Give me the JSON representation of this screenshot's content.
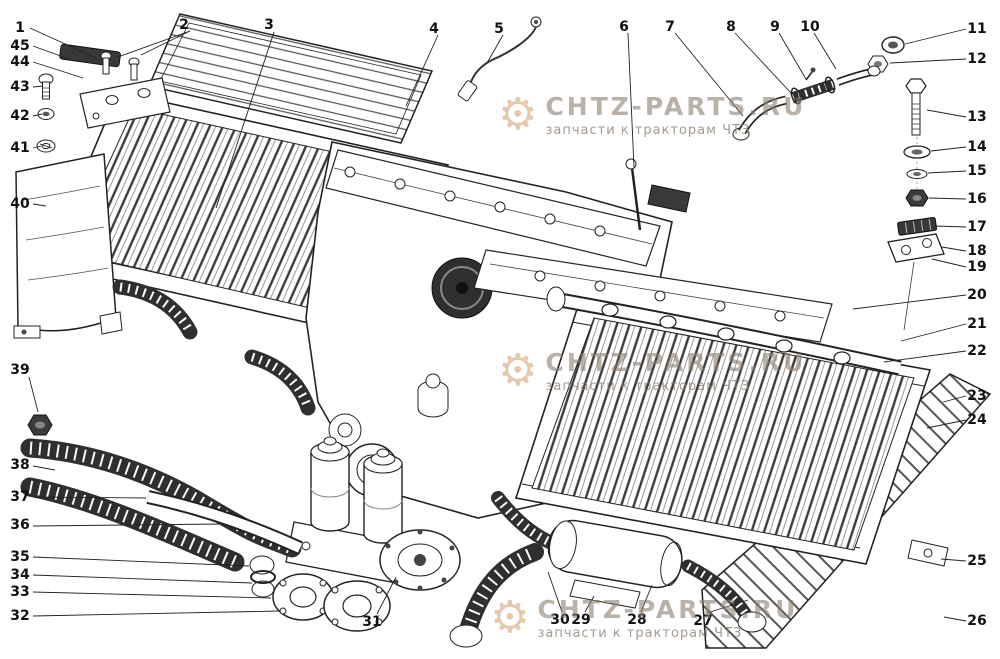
{
  "colors": {
    "drawing_line": "#222222",
    "dark_fill": "#2f2f2f",
    "watermark_text": "#8c7d6e",
    "watermark_accent": "#c8884a",
    "background": "#ffffff"
  },
  "diagram": {
    "callouts": [
      "1",
      "2",
      "3",
      "4",
      "5",
      "6",
      "7",
      "8",
      "9",
      "10",
      "11",
      "12",
      "13",
      "14",
      "15",
      "16",
      "17",
      "18",
      "19",
      "20",
      "21",
      "22",
      "23",
      "24",
      "25",
      "26",
      "27",
      "28",
      "29",
      "30",
      "31",
      "32",
      "33",
      "34",
      "35",
      "36",
      "37",
      "38",
      "39",
      "40",
      "41",
      "42",
      "43",
      "44",
      "45"
    ]
  },
  "watermark": {
    "gear_glyph": "⚙",
    "line1": "CHTZ-PARTS.RU",
    "line2": "запчасти к тракторам ЧТЗ"
  }
}
